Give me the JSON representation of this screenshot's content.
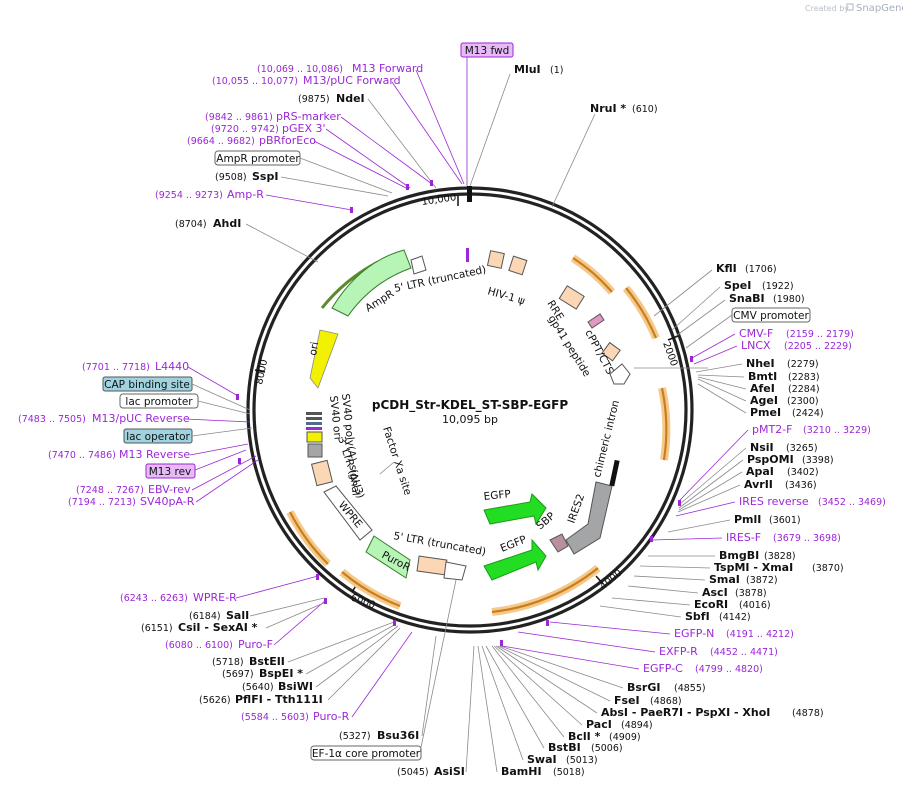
{
  "credit": {
    "prefix": "Created by",
    "brand": "SnapGene"
  },
  "plasmid": {
    "name": "pCDH_Str-KDEL_ST-SBP-EGFP",
    "size": "10,095 bp"
  },
  "ruler": [
    "2000",
    "4000",
    "6000",
    "8000",
    "10,000"
  ],
  "sites": [
    {
      "name": "MluI",
      "pos": "(1)"
    },
    {
      "name": "NruI *",
      "pos": "(610)"
    },
    {
      "name": "KflI",
      "pos": "(1706)"
    },
    {
      "name": "SpeI",
      "pos": "(1922)"
    },
    {
      "name": "SnaBI",
      "pos": "(1980)"
    },
    {
      "name": "NheI",
      "pos": "(2279)"
    },
    {
      "name": "BmtI",
      "pos": "(2283)"
    },
    {
      "name": "AfeI",
      "pos": "(2284)"
    },
    {
      "name": "AgeI",
      "pos": "(2300)"
    },
    {
      "name": "PmeI",
      "pos": "(2424)"
    },
    {
      "name": "NsiI",
      "pos": "(3265)"
    },
    {
      "name": "PspOMI",
      "pos": "(3398)"
    },
    {
      "name": "ApaI",
      "pos": "(3402)"
    },
    {
      "name": "AvrII",
      "pos": "(3436)"
    },
    {
      "name": "PmlI",
      "pos": "(3601)"
    },
    {
      "name": "BmgBI",
      "pos": "(3828)"
    },
    {
      "name": "TspMI - XmaI",
      "pos": "(3870)"
    },
    {
      "name": "SmaI",
      "pos": "(3872)"
    },
    {
      "name": "AscI",
      "pos": "(3878)"
    },
    {
      "name": "EcoRI",
      "pos": "(4016)"
    },
    {
      "name": "SbfI",
      "pos": "(4142)"
    },
    {
      "name": "BsrGI",
      "pos": "(4855)"
    },
    {
      "name": "FseI",
      "pos": "(4868)"
    },
    {
      "name": "AbsI - PaeR7I - PspXI - XhoI",
      "pos": "(4878)"
    },
    {
      "name": "PacI",
      "pos": "(4894)"
    },
    {
      "name": "BclI *",
      "pos": "(4909)"
    },
    {
      "name": "BstBI",
      "pos": "(5006)"
    },
    {
      "name": "SwaI",
      "pos": "(5013)"
    },
    {
      "name": "BamHI",
      "pos": "(5018)"
    },
    {
      "name": "AsiSI",
      "pos": "(5045)"
    },
    {
      "name": "Bsu36I",
      "pos": "(5327)"
    },
    {
      "name": "PflFI - Tth111I",
      "pos": "(5626)"
    },
    {
      "name": "BsiWI",
      "pos": "(5640)"
    },
    {
      "name": "BspEI *",
      "pos": "(5697)"
    },
    {
      "name": "BstEII",
      "pos": "(5718)"
    },
    {
      "name": "CsiI - SexAI *",
      "pos": "(6151)"
    },
    {
      "name": "SalI",
      "pos": "(6184)"
    },
    {
      "name": "AhdI",
      "pos": "(8704)"
    },
    {
      "name": "SspI",
      "pos": "(9508)"
    },
    {
      "name": "NdeI",
      "pos": "(9875)"
    }
  ],
  "primers": [
    {
      "name": "M13 Forward",
      "pos": "(10,069 .. 10,086)"
    },
    {
      "name": "M13/pUC Forward",
      "pos": "(10,055 .. 10,077)"
    },
    {
      "name": "pRS-marker",
      "pos": "(9842 .. 9861)"
    },
    {
      "name": "pGEX 3'",
      "pos": "(9720 .. 9742)"
    },
    {
      "name": "pBRforEco",
      "pos": "(9664 .. 9682)"
    },
    {
      "name": "Amp-R",
      "pos": "(9254 .. 9273)"
    },
    {
      "name": "CMV-F",
      "pos": "(2159 .. 2179)"
    },
    {
      "name": "LNCX",
      "pos": "(2205 .. 2229)"
    },
    {
      "name": "pMT2-F",
      "pos": "(3210 .. 3229)"
    },
    {
      "name": "IRES reverse",
      "pos": "(3452 .. 3469)"
    },
    {
      "name": "IRES-F",
      "pos": "(3679 .. 3698)"
    },
    {
      "name": "EGFP-N",
      "pos": "(4191 .. 4212)"
    },
    {
      "name": "EXFP-R",
      "pos": "(4452 .. 4471)"
    },
    {
      "name": "EGFP-C",
      "pos": "(4799 .. 4820)"
    },
    {
      "name": "Puro-R",
      "pos": "(5584 .. 5603)"
    },
    {
      "name": "Puro-F",
      "pos": "(6080 .. 6100)"
    },
    {
      "name": "WPRE-R",
      "pos": "(6243 .. 6263)"
    },
    {
      "name": "SV40pA-R",
      "pos": "(7194 .. 7213)"
    },
    {
      "name": "EBV-rev",
      "pos": "(7248 .. 7267)"
    },
    {
      "name": "M13 Reverse",
      "pos": "(7470 .. 7486)"
    },
    {
      "name": "M13/pUC Reverse",
      "pos": "(7483 .. 7505)"
    },
    {
      "name": "L4440",
      "pos": "(7701 .. 7718)"
    }
  ],
  "boxes": {
    "m13_fwd": "M13 fwd",
    "m13_rev": "M13 rev",
    "ampr_promoter": "AmpR promoter",
    "cmv_promoter": "CMV promoter",
    "cap_binding_site": "CAP binding site",
    "lac_promoter": "lac promoter",
    "lac_operator": "lac operator",
    "ef1a_promoter": "EF-1α core promoter"
  },
  "features": {
    "ltr5_top": "5' LTR (truncated)",
    "hiv_psi": "HIV-1 ψ",
    "rre": "RRE",
    "gp41": "gp41 peptide",
    "cppt": "cPPT/CTS",
    "ampr": "AmpR",
    "ori": "ori",
    "chimeric_intron": "chimeric intron",
    "sv40_polya": "SV40 poly(A) signal",
    "sv40_ori": "SV40 ori",
    "ltr3": "3' LTR (ΔU3)",
    "factor_xa": "Factor Xa site",
    "ires2": "IRES2",
    "egfp1": "EGFP",
    "egfp2": "EGFP",
    "sbp": "SBP",
    "wpre": "WPRE",
    "ltr5_bottom": "5' LTR (truncated)",
    "puror": "PuroR"
  },
  "colors": {
    "primer": "#9b27d6",
    "egfp": "#22dd22",
    "orf_arrow": "#c77f1f",
    "ori": "#f2f200",
    "ampr": "#b6f5b6",
    "peach": "#fbd7b5",
    "gray_feature": "#a3a5a7",
    "lac_box": "#9fd3df",
    "m13_box": "#e7b9f7"
  }
}
